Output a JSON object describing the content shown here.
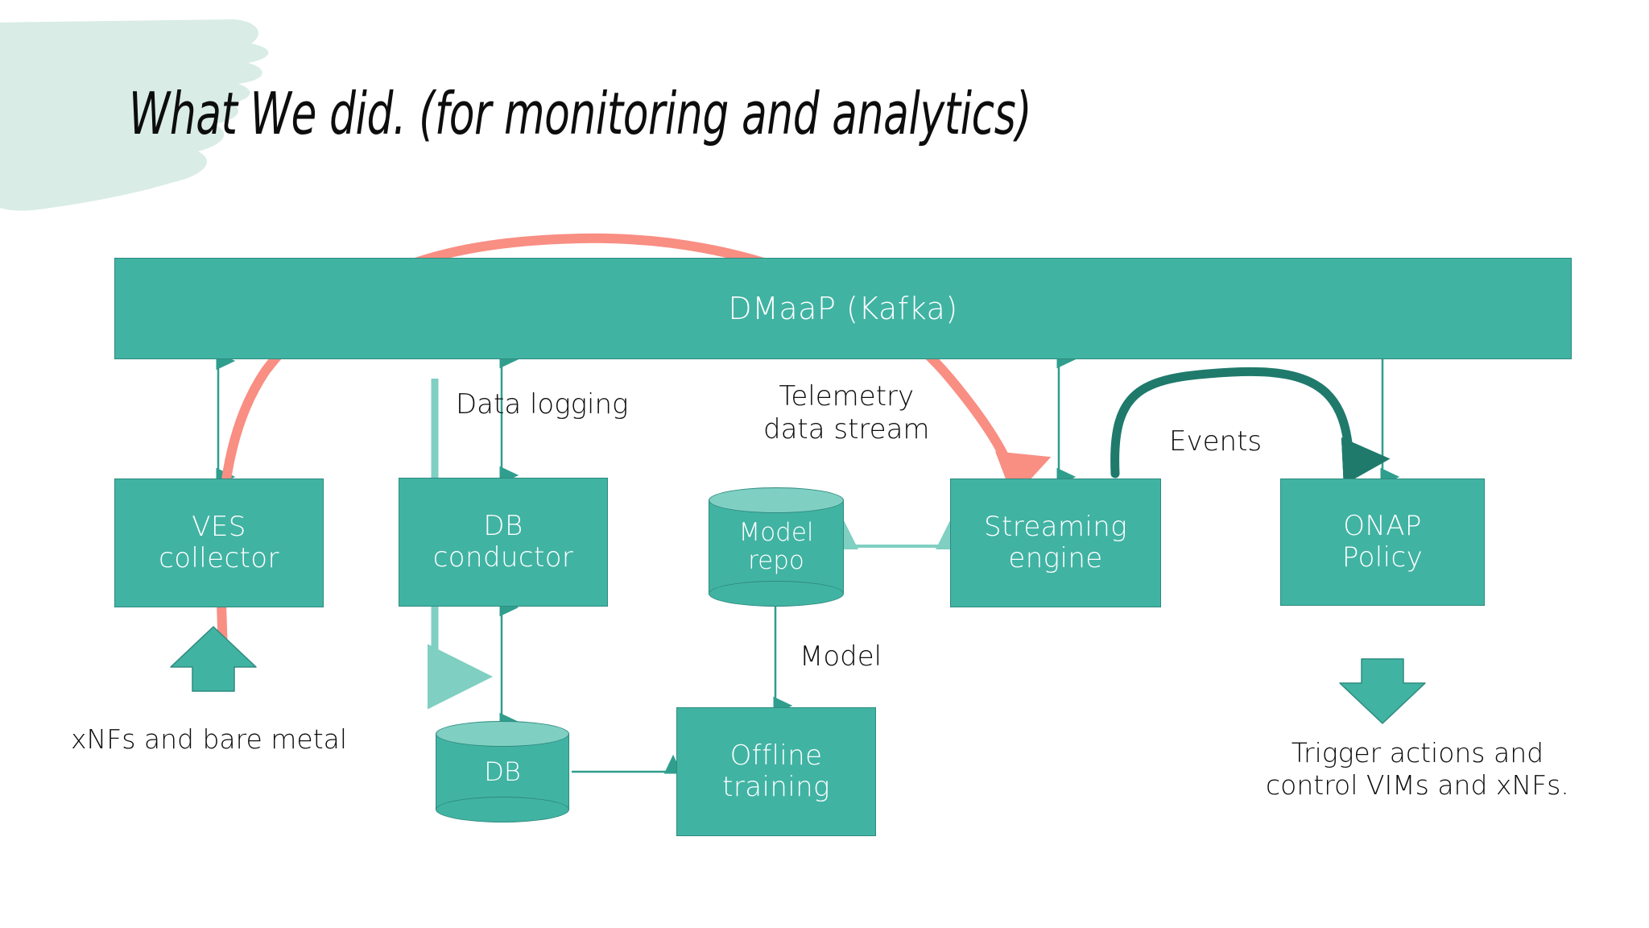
{
  "slide": {
    "title": "What We did. (for monitoring and analytics)",
    "colors": {
      "teal": "#41b3a3",
      "teal_border": "#2e8b7f",
      "teal_light": "#7fcfc2",
      "teal_dark": "#1f7a6c",
      "salmon": "#f98e83",
      "brush": "#d9ece6",
      "text": "#0d0d0d",
      "box_text": "#ffffff"
    }
  },
  "diagram": {
    "bus": {
      "label": "DMaaP (Kafka)"
    },
    "nodes": [
      {
        "id": "ves-collector",
        "label": "VES\ncollector",
        "shape": "rect"
      },
      {
        "id": "db-conductor",
        "label": "DB\nconductor",
        "shape": "rect"
      },
      {
        "id": "model-repo",
        "label": "Model\nrepo",
        "shape": "cylinder"
      },
      {
        "id": "streaming-engine",
        "label": "Streaming\nengine",
        "shape": "rect"
      },
      {
        "id": "onap-policy",
        "label": "ONAP\nPolicy",
        "shape": "rect"
      },
      {
        "id": "db",
        "label": "DB",
        "shape": "cylinder"
      },
      {
        "id": "offline-training",
        "label": "Offline\ntraining",
        "shape": "rect"
      }
    ],
    "edge_labels": [
      {
        "id": "data-logging",
        "label": "Data logging"
      },
      {
        "id": "telemetry",
        "label": "Telemetry\ndata stream"
      },
      {
        "id": "events",
        "label": "Events"
      },
      {
        "id": "model",
        "label": "Model"
      }
    ],
    "captions": [
      {
        "id": "source-caption",
        "label": "xNFs and bare metal"
      },
      {
        "id": "outcome-caption",
        "label": "Trigger actions and\ncontrol VIMs and xNFs."
      }
    ]
  }
}
